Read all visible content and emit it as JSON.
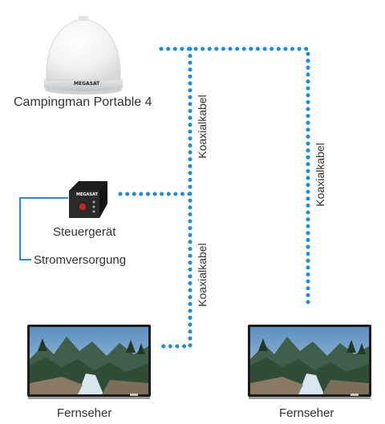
{
  "device_labels": {
    "antenna": "Campingman Portable 4",
    "controller": "Steuergerät",
    "power": "Stromversorgung",
    "tv_left": "Fernseher",
    "tv_right": "Fernseher"
  },
  "cable_labels": {
    "upper_mid": "Koaxialkabel",
    "right": "Koaxialkabel",
    "lower_mid": "Koaxialkabel"
  },
  "brand": {
    "logo_text": "MEGASAT"
  },
  "colors": {
    "coax_cable": "#1a8fd8",
    "power_cable": "#2a8fd0",
    "text": "#333333"
  }
}
